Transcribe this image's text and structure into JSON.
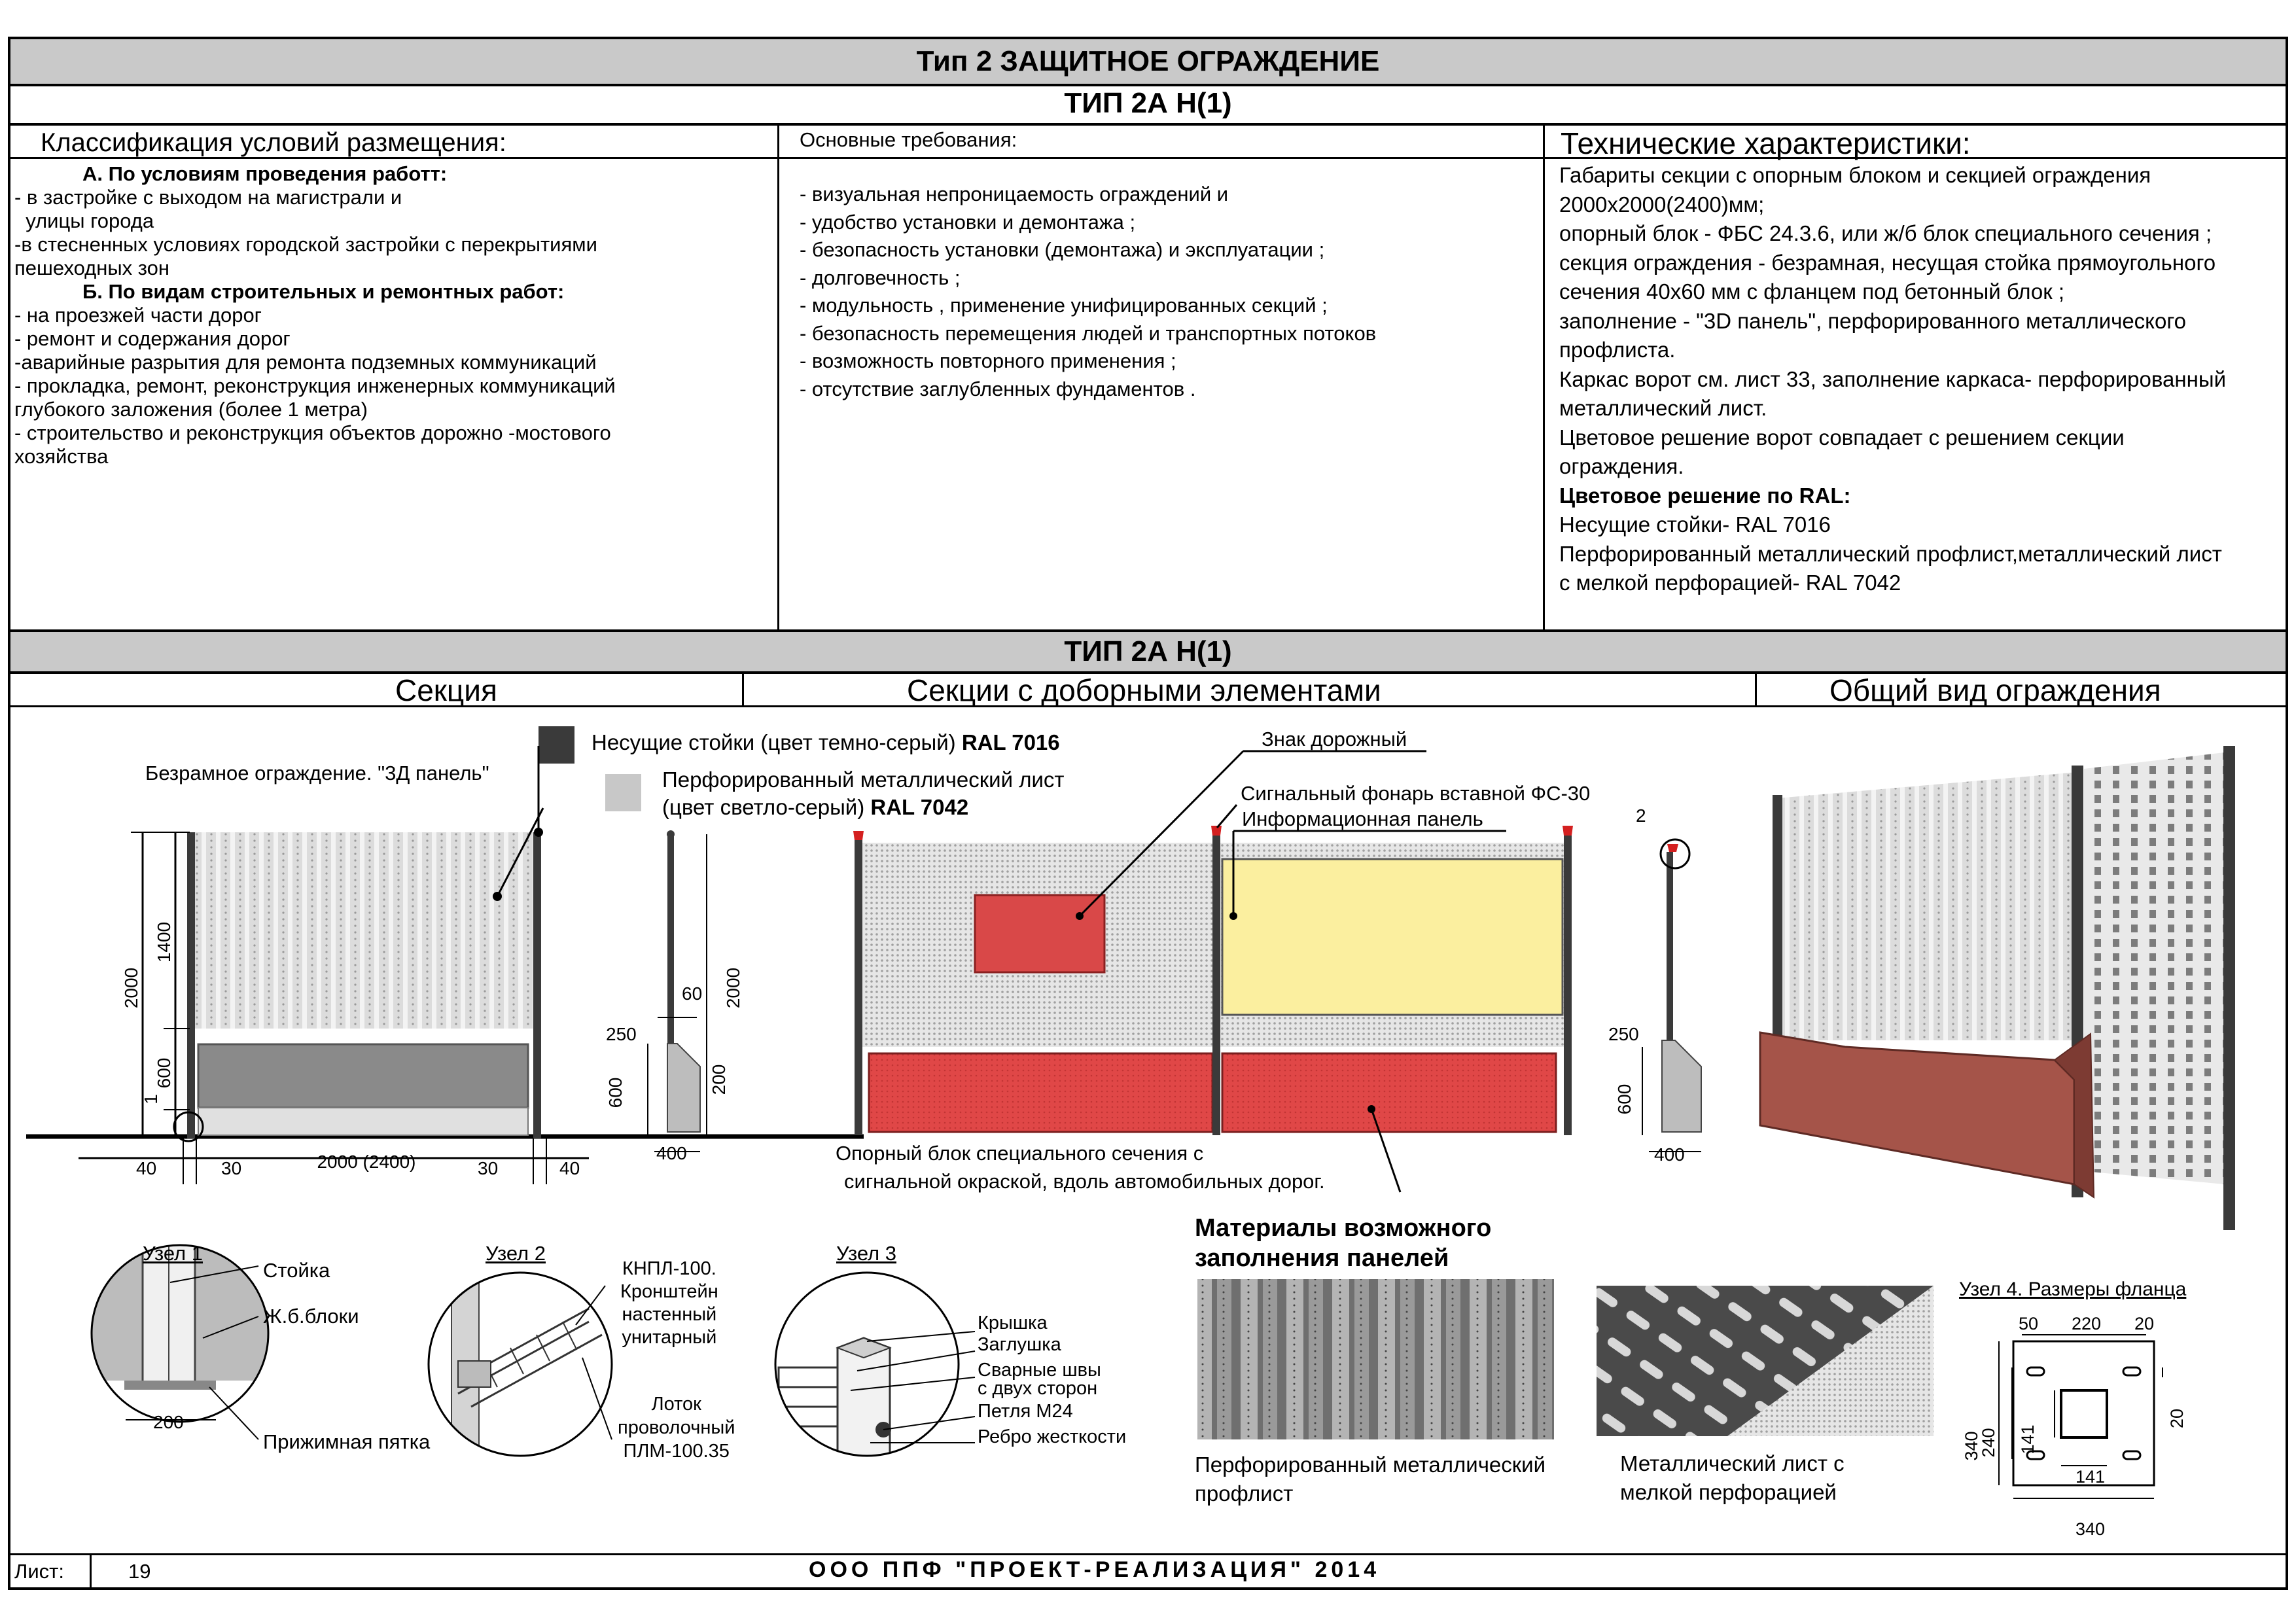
{
  "header": {
    "title": "Тип 2   ЗАЩИТНОЕ   ОГРАЖДЕНИЕ",
    "subtitle": "ТИП 2А Н(1)",
    "subtitle2": "ТИП 2А Н(1)"
  },
  "columns": {
    "classification": {
      "heading": "Классификация условий размещения:",
      "group_a_title": "А. По условиям проведения работт:",
      "group_a_items": [
        "- в застройке с выходом на магистрали и",
        "  улицы города",
        "-в стесненных условиях городской застройки с перекрытиями",
        "пешеходных зон"
      ],
      "group_b_title": "Б. По видам строительных и ремонтных работ:",
      "group_b_items": [
        "- на проезжей части дорог",
        "- ремонт и содержания дорог",
        "-аварийные разрытия для ремонта подземных коммуникаций",
        "- прокладка, ремонт, реконструкция инженерных коммуникаций",
        "глубокого заложения (более 1 метра)",
        "- строительство и реконструкция объектов дорожно -мостового",
        "хозяйства"
      ]
    },
    "requirements": {
      "heading": "Основные требования:",
      "items": [
        "- визуальная непроницаемость ограждений и",
        "- удобство установки и демонтажа ;",
        "- безопасность установки  (демонтажа) и эксплуатации ;",
        "- долговечность ;",
        "- модульность , применение унифицированных секций ;",
        "- безопасность перемещения людей и транспортных потоков",
        "- возможность повторного применения ;",
        "- отсутствие заглубленных фундаментов ."
      ]
    },
    "technical": {
      "heading": "Технические характеристики:",
      "lines": [
        "Габариты секции с опорным блоком и секцией ограждения",
        "2000х2000(2400)мм;",
        "опорный блок - ФБС 24.3.6, или ж/б блок специального сечения ;",
        "секция ограждения - безрамная, несущая стойка прямоугольного",
        "сечения 40х60 мм с фланцем под бетонный блок ;",
        "заполнение - \"3D панель\", перфорированного металлического",
        "профлиста.",
        "Каркас ворот см. лист 33, заполнение каркаса- перфорированный",
        "металлический лист.",
        "Цветовое решение ворот совпадает с решением секции",
        "ограждения."
      ],
      "ral_title": "Цветовое решение по RAL:",
      "ral_lines": [
        "Несущие стойки- RAL 7016",
        "Перфорированный металлический профлист,металлический лист",
        "с мелкой перфорацией- RAL 7042"
      ]
    }
  },
  "section_headers": {
    "section": "Секция",
    "with_elements": "Секции с доборными элементами",
    "general_view": "Общий вид ограждения"
  },
  "legend": {
    "dark_label": "Несущие стойки (цвет темно-серый) ",
    "dark_ral": "RAL 7016",
    "light_label_1": "Перфорированный металлический лист",
    "light_label_2": "(цвет светло-серый) ",
    "light_ral": "RAL 7042",
    "dark_color": "#3a3a3a",
    "light_color": "#c8c8c8"
  },
  "section_drawing": {
    "caption": "Безрамное ограждение. \"3Д панель\"",
    "dims": {
      "h_total": "2000",
      "h_panel": "1400",
      "h_block": "600",
      "one": "1",
      "w_left": "40",
      "w_left2": "30",
      "w_main": "2000 (2400)",
      "w_right2": "30",
      "w_right": "40",
      "post_60": "60",
      "post_2000": "2000",
      "block_250": "250",
      "block_600": "600",
      "block_200": "200",
      "block_400": "400"
    }
  },
  "elements_drawing": {
    "sign": "Знак дорожный",
    "lamp": "Сигнальный фонарь вставной ФС-30",
    "info": "Информационная панель",
    "block_1": "Опорный блок специального сечения с",
    "block_2": "сигнальной окраской, вдоль автомобильных дорог.",
    "num2": "2",
    "dims": {
      "b250": "250",
      "b600": "600",
      "b400": "400"
    },
    "sign_color": "#d94848",
    "info_color": "#fbef9f",
    "block_color": "#e04747"
  },
  "nodes": {
    "n1": {
      "title": "Узел 1",
      "stoika": "Стойка",
      "blocks": "Ж.б.блоки",
      "pyatka": "Прижимная пятка",
      "dim": "200"
    },
    "n2": {
      "title": "Узел 2",
      "k1": "КНПЛ-100.",
      "k2": "Кронштейн",
      "k3": "настенный",
      "k4": "унитарный",
      "l1": "Лоток",
      "l2": "проволочный",
      "l3": "ПЛМ-100.35"
    },
    "n3": {
      "title": "Узел 3",
      "a": "Крышка",
      "b": "Заглушка",
      "c1": "Сварные швы",
      "c2": "с двух сторон",
      "d": "Петля  М24",
      "e": "Ребро жесткости"
    },
    "n4": {
      "title": "Узел 4. Размеры фланца",
      "d50": "50",
      "d220": "220",
      "d20a": "20",
      "d20b": "20",
      "d340v": "340",
      "d240": "240",
      "d141v": "141",
      "d141h": "141",
      "d340h": "340"
    }
  },
  "materials": {
    "title_1": "Материалы возможного",
    "title_2": "заполнения панелей",
    "m1_1": "Перфорированный металлический",
    "m1_2": "профлист",
    "m2_1": "Металлический лист с",
    "m2_2": "мелкой перфорацией"
  },
  "footer": {
    "sheet_label": "Лист:",
    "sheet_num": "19",
    "company": "ООО ППФ \"ПРОЕКТ-РЕАЛИЗАЦИЯ\" 2014"
  }
}
